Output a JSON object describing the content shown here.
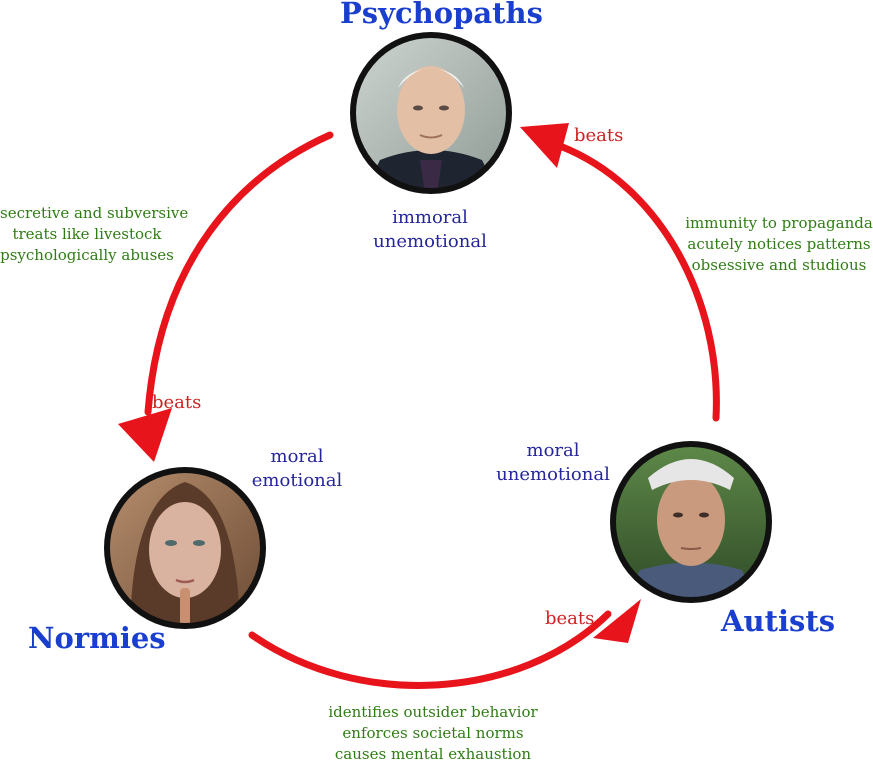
{
  "nodes": {
    "psychopaths": {
      "title": "Psychopaths",
      "traits": [
        "immoral",
        "unemotional"
      ]
    },
    "normies": {
      "title": "Normies",
      "traits": [
        "moral",
        "emotional"
      ]
    },
    "autists": {
      "title": "Autists",
      "traits": [
        "moral",
        "unemotional"
      ]
    }
  },
  "edges": {
    "psychopaths_to_normies": {
      "label": "beats",
      "notes": [
        "secretive and subversive",
        "treats like livestock",
        "psychologically abuses"
      ]
    },
    "normies_to_autists": {
      "label": "beats",
      "notes": [
        "identifies outsider behavior",
        "enforces societal norms",
        "causes mental exhaustion"
      ]
    },
    "autists_to_psychopaths": {
      "label": "beats",
      "notes": [
        "immunity to propaganda",
        "acutely notices patterns",
        "obsessive and studious"
      ]
    }
  },
  "colors": {
    "title": "#1a3fcf",
    "traits": "#26269a",
    "notes": "#2f7d14",
    "arrow": "#e8141b",
    "beats": "#cc2222"
  }
}
